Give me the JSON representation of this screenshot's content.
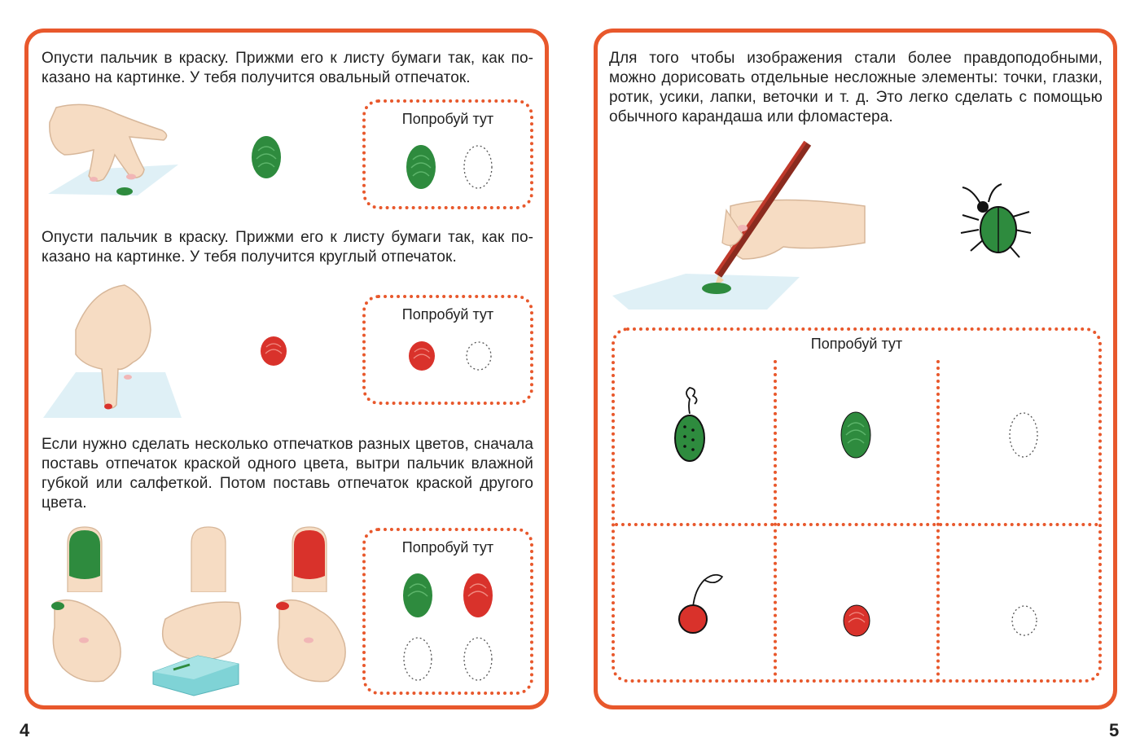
{
  "left_page": {
    "section1": {
      "text": "Опусти пальчик в краску. Прижми его к листу бумаги так, как по­казано на картинке. У тебя получится овальный отпечаток.",
      "try_label": "Попробуй тут",
      "print_color": "#2e8b3e"
    },
    "section2": {
      "text": "Опусти пальчик в краску. Прижми его к листу бумаги так, как по­казано на картинке. У тебя получится круглый отпечаток.",
      "try_label": "Попробуй тут",
      "print_color": "#d9322b"
    },
    "section3": {
      "text": "Если нужно сделать несколько отпечатков разных цветов, сна­чала поставь отпечаток краской одного цвета, вытри пальчик влажной губкой или салфеткой. Потом поставь отпечаток крас­кой другого цвета.",
      "try_label": "Попробуй тут"
    },
    "page_number": "4"
  },
  "right_page": {
    "text": "Для того чтобы изображения стали более правдоподобными, можно дорисовать отдельные несложные элементы: точки, глазки, ротик, усики, лапки, веточки и т. д. Это легко сделать с помощью обычного карандаша или фломастера.",
    "try_label": "Попробуй тут",
    "page_number": "5"
  },
  "colors": {
    "accent": "#e8582c",
    "green": "#2e8b3e",
    "red": "#d9322b",
    "skin": "#f6dcc3"
  }
}
